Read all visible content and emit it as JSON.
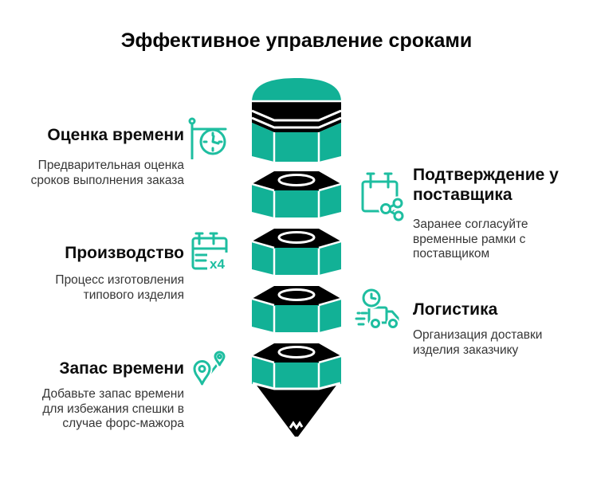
{
  "title": "Эффективное управление сроками",
  "colors": {
    "pencil_teal": "#12b196",
    "icon_teal": "#1ebea0",
    "pencil_black": "#000000",
    "heading_text": "#0d0d0d",
    "body_text": "#363636",
    "background": "#ffffff"
  },
  "pencil": {
    "description": "pencil built from 5 stacked hexagonal nut segments with black tops and a black cone tip",
    "segments": 5
  },
  "steps_left": [
    {
      "title": "Оценка времени",
      "description": "Предварительная оценка\nсроков выполнения заказа",
      "icon": "hanging-clock-icon"
    },
    {
      "title": "Производство",
      "description": "Процесс изготовления\nтипового изделия",
      "icon": "production-calendar-icon",
      "icon_label": "x4"
    },
    {
      "title": "Запас времени",
      "description": "Добавьте запас времени\nдля избежания спешки в\nслучае форс-мажора",
      "icon": "route-pins-icon"
    }
  ],
  "steps_right": [
    {
      "title": "Подтверждение у\nпоставщика",
      "description": "Заранее согласуйте\nвременные рамки с\nпоставщиком",
      "icon": "calendar-share-icon"
    },
    {
      "title": "Логистика",
      "description": "Организация доставки\nизделия заказчику",
      "icon": "delivery-truck-icon"
    }
  ]
}
